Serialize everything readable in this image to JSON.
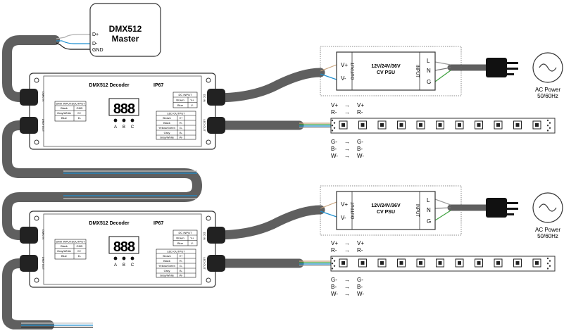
{
  "master": {
    "title_line1": "DMX512",
    "title_line2": "Master",
    "pin_dplus": "D+",
    "pin_dminus": "D-",
    "pin_gnd": "GND"
  },
  "decoders": [
    {
      "title": "DMX512 Decoder",
      "rating": "IP67",
      "display": "888",
      "buttons": [
        "A",
        "B",
        "C"
      ],
      "dc_input": {
        "header": "DC INPUT",
        "rows": [
          [
            "Brown",
            "V+"
          ],
          [
            "Blue",
            "V-"
          ]
        ]
      },
      "dmx_table": {
        "header": "DMX INPUT&OUTPUT",
        "rows": [
          [
            "Black",
            "GND"
          ],
          [
            "Gray/White",
            "D+"
          ],
          [
            "Blue",
            "D-"
          ]
        ]
      },
      "led_output": {
        "header": "LED OUTPUT",
        "rows": [
          [
            "Brown",
            "V+"
          ],
          [
            "Black",
            "R-"
          ],
          [
            "Yellow/Green",
            "G-"
          ],
          [
            "Gray",
            "B-"
          ],
          [
            "Gray/White",
            "W-"
          ]
        ]
      },
      "side_labels": {
        "dmx_in": "DMX IN",
        "dmx_out": "DMX OUT",
        "dc_in": "DC IN",
        "led_out": "LED OUT"
      }
    },
    {
      "title": "DMX512 Decoder",
      "rating": "IP67",
      "display": "888",
      "buttons": [
        "A",
        "B",
        "C"
      ],
      "dc_input": {
        "header": "DC INPUT",
        "rows": [
          [
            "Brown",
            "V+"
          ],
          [
            "Blue",
            "V-"
          ]
        ]
      },
      "dmx_table": {
        "header": "DMX INPUT&OUTPUT",
        "rows": [
          [
            "Black",
            "GND"
          ],
          [
            "Gray/White",
            "D+"
          ],
          [
            "Blue",
            "D-"
          ]
        ]
      },
      "led_output": {
        "header": "LED OUTPUT",
        "rows": [
          [
            "Brown",
            "V+"
          ],
          [
            "Black",
            "R-"
          ],
          [
            "Yellow/Green",
            "G-"
          ],
          [
            "Gray",
            "B-"
          ],
          [
            "Gray/White",
            "W-"
          ]
        ]
      },
      "side_labels": {
        "dmx_in": "DMX IN",
        "dmx_out": "DMX OUT",
        "dc_in": "DC IN",
        "led_out": "LED OUT"
      }
    }
  ],
  "psus": [
    {
      "line1": "12V/24V/36V",
      "line2": "CV PSU",
      "output": "OUTPUT",
      "input": "INPUT",
      "vplus": "V+",
      "vminus": "V-",
      "l": "L",
      "n": "N",
      "g": "G"
    },
    {
      "line1": "12V/24V/36V",
      "line2": "CV PSU",
      "output": "OUTPUT",
      "input": "INPUT",
      "vplus": "V+",
      "vminus": "V-",
      "l": "L",
      "n": "N",
      "g": "G"
    }
  ],
  "ac_sources": [
    {
      "line1": "AC Power",
      "line2": "50/60Hz"
    },
    {
      "line1": "AC Power",
      "line2": "50/60Hz"
    }
  ],
  "strips": [
    {
      "top_from": [
        "V+",
        "R-"
      ],
      "top_to": [
        "V+",
        "R-"
      ],
      "bottom_from": [
        "G-",
        "B-",
        "W-"
      ],
      "bottom_to": [
        "G-",
        "B-",
        "W-"
      ],
      "arrow": "→"
    },
    {
      "top_from": [
        "V+",
        "R-"
      ],
      "top_to": [
        "V+",
        "R-"
      ],
      "bottom_from": [
        "G-",
        "B-",
        "W-"
      ],
      "bottom_to": [
        "G-",
        "B-",
        "W-"
      ],
      "arrow": "→"
    }
  ],
  "colors": {
    "cable": "#5f5f5f",
    "cable_dark": "#3a3a3a",
    "blue_wire": "#1e8fd0",
    "green_wire": "#3ca03c",
    "device_border": "#333333",
    "black": "#111111"
  }
}
